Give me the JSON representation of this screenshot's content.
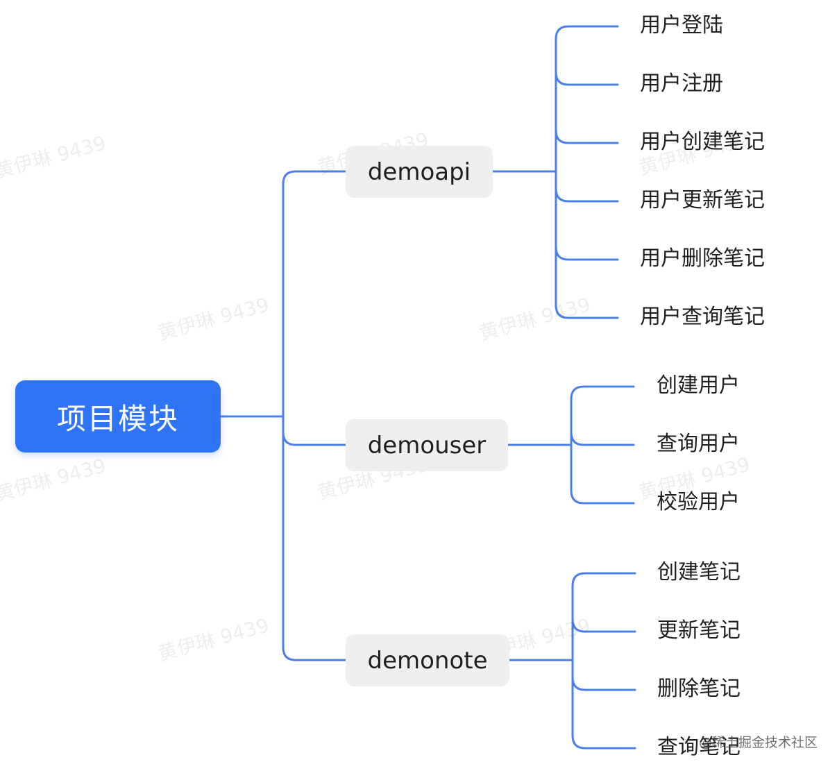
{
  "root": {
    "label": "项目模块"
  },
  "modules": [
    {
      "label": "demoapi",
      "children": [
        "用户登陆",
        "用户注册",
        "用户创建笔记",
        "用户更新笔记",
        "用户删除笔记",
        "用户查询笔记"
      ]
    },
    {
      "label": "demouser",
      "children": [
        "创建用户",
        "查询用户",
        "校验用户"
      ]
    },
    {
      "label": "demonote",
      "children": [
        "创建笔记",
        "更新笔记",
        "删除笔记",
        "查询笔记"
      ]
    }
  ],
  "watermark": "黄伊琳 9439",
  "credit": "@稀土掘金技术社区",
  "colors": {
    "connector": "#4a80e8",
    "root_fill": "#2f74f5",
    "module_fill": "#efefef"
  }
}
